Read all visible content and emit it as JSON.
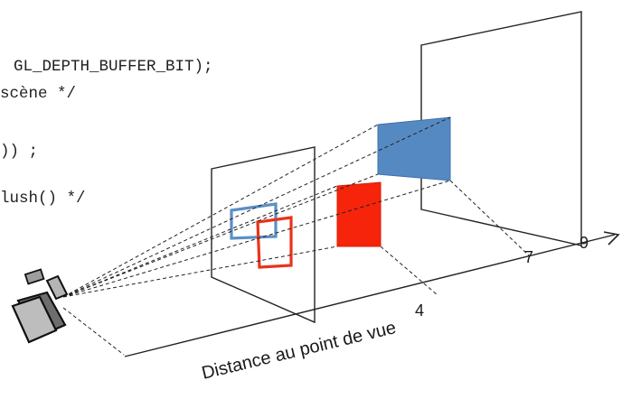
{
  "code": {
    "line1": "| GL_DEPTH_BUFFER_BIT);",
    "line2": "scène */",
    "line3": ")) ;",
    "line4": "lush() */"
  },
  "diagram": {
    "axis_label": "Distance au point de vue",
    "markers": [
      "4",
      "7",
      "9"
    ]
  },
  "colors": {
    "blue": "#5589c2",
    "blue_outline": "#3f6fae",
    "red": "#f5240a",
    "red_outline": "#e8341c",
    "line": "#222222"
  }
}
